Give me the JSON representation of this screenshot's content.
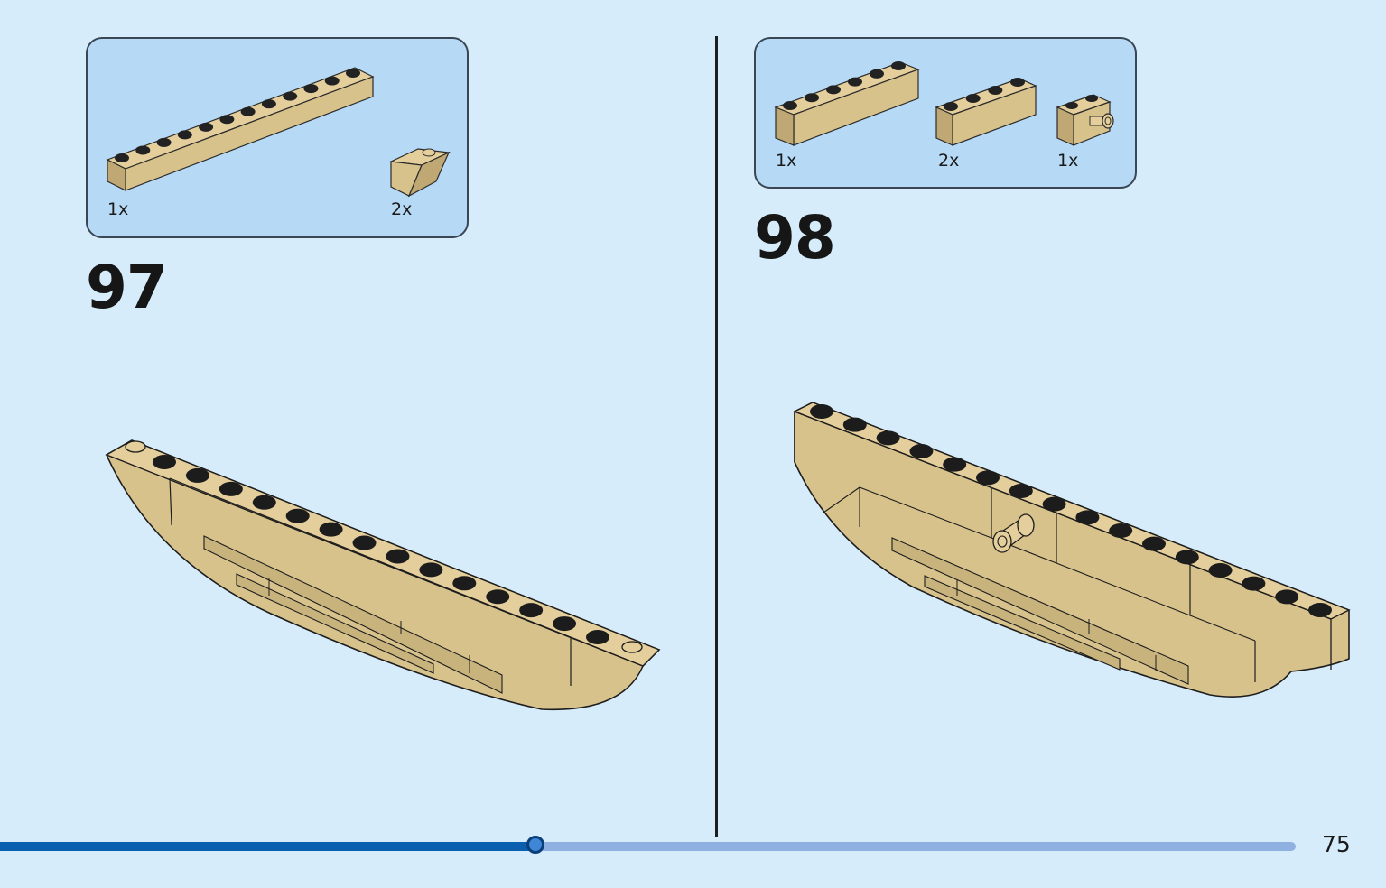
{
  "colors": {
    "background": "#d6ecfb",
    "parts_box": "#b6d9f5",
    "brick_tan": "#d8c28c",
    "brick_shade": "#bfa873",
    "stud_top": "#222222",
    "progress_fill": "#0a5fae",
    "progress_track": "#8fb1e2"
  },
  "steps": [
    {
      "number": "97",
      "parts": [
        {
          "qty": "1x",
          "icon": "tan-brick-1x12-icon"
        },
        {
          "qty": "2x",
          "icon": "tan-inverted-slope-icon"
        }
      ]
    },
    {
      "number": "98",
      "parts": [
        {
          "qty": "1x",
          "icon": "tan-brick-1x6-icon"
        },
        {
          "qty": "2x",
          "icon": "tan-brick-1x4-icon"
        },
        {
          "qty": "1x",
          "icon": "tan-brick-with-pin-icon"
        }
      ]
    }
  ],
  "progress": {
    "fraction": 0.413
  },
  "page_number": "75"
}
